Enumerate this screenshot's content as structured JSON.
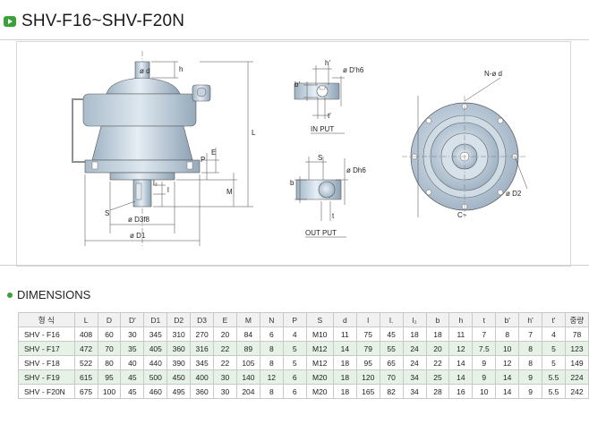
{
  "page": {
    "title": "SHV-F16~SHV-F20N",
    "section_title": "DIMENSIONS"
  },
  "drawing": {
    "side_view_labels": {
      "h": "h",
      "L": "L",
      "E": "E",
      "P": "P",
      "M": "M",
      "l": "l",
      "l2": "l₂",
      "S": "S",
      "d": "ø d",
      "D3": "ø D3f8",
      "D1": "ø D1"
    },
    "input_view": {
      "caption": "IN PUT",
      "h_prime": "h'",
      "b_prime": "b'",
      "D_prime": "ø D'h6",
      "t_prime": "t'"
    },
    "output_view": {
      "caption": "OUT PUT",
      "S": "S",
      "b": "b",
      "D": "ø Dh6",
      "t": "t"
    },
    "front_view": {
      "N_d": "N-ø d",
      "D2": "ø D2",
      "C": "C~"
    }
  },
  "table": {
    "headers": [
      "형 식",
      "L",
      "D",
      "D'",
      "D1",
      "D2",
      "D3",
      "E",
      "M",
      "N",
      "P",
      "S",
      "d",
      "l",
      "l.",
      "l₂",
      "b",
      "h",
      "t",
      "b'",
      "h'",
      "t'",
      "중량"
    ],
    "rows": [
      [
        "SHV - F16",
        "408",
        "60",
        "30",
        "345",
        "310",
        "270",
        "20",
        "84",
        "6",
        "4",
        "M10",
        "11",
        "75",
        "45",
        "18",
        "18",
        "11",
        "7",
        "8",
        "7",
        "4",
        "78"
      ],
      [
        "SHV - F17",
        "472",
        "70",
        "35",
        "405",
        "360",
        "316",
        "22",
        "89",
        "8",
        "5",
        "M12",
        "14",
        "79",
        "55",
        "24",
        "20",
        "12",
        "7.5",
        "10",
        "8",
        "5",
        "123"
      ],
      [
        "SHV - F18",
        "522",
        "80",
        "40",
        "440",
        "390",
        "345",
        "22",
        "105",
        "8",
        "5",
        "M12",
        "18",
        "95",
        "65",
        "24",
        "22",
        "14",
        "9",
        "12",
        "8",
        "5",
        "149"
      ],
      [
        "SHV - F19",
        "615",
        "95",
        "45",
        "500",
        "450",
        "400",
        "30",
        "140",
        "12",
        "6",
        "M20",
        "18",
        "120",
        "70",
        "34",
        "25",
        "14",
        "9",
        "14",
        "9",
        "5.5",
        "224"
      ],
      [
        "SHV - F20N",
        "675",
        "100",
        "45",
        "460",
        "495",
        "360",
        "30",
        "204",
        "8",
        "6",
        "M20",
        "18",
        "165",
        "82",
        "34",
        "28",
        "16",
        "10",
        "14",
        "9",
        "5.5",
        "242"
      ]
    ]
  }
}
